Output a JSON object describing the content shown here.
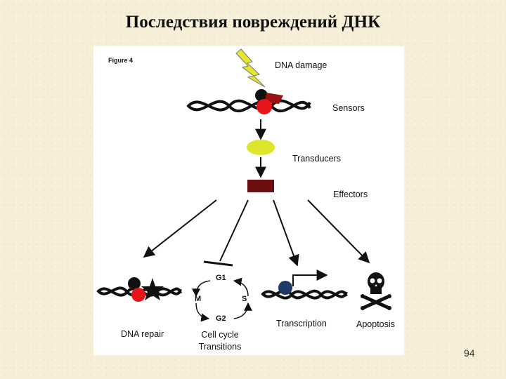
{
  "slide": {
    "title": "Последствия повреждений ДНК",
    "page_number": "94"
  },
  "figure": {
    "label": "Figure 4",
    "top": {
      "damage": "DNA damage",
      "sensors": "Sensors",
      "transducers": "Transducers",
      "effectors": "Effectors"
    },
    "outcomes": {
      "repair": "DNA repair",
      "cell_cycle_line1": "Cell cycle",
      "cell_cycle_line2": "Transitions",
      "transcription": "Transcription",
      "apoptosis": "Apoptosis"
    },
    "cycle": {
      "g1": "G1",
      "s": "S",
      "g2": "G2",
      "m": "M"
    },
    "colors": {
      "lightning": "#e6e62a",
      "sensor_red": "#e8141c",
      "sensor_dark": "#9b1010",
      "transducer": "#dde62a",
      "effector": "#6b0f12",
      "transcription_factor": "#1e3a66"
    }
  }
}
